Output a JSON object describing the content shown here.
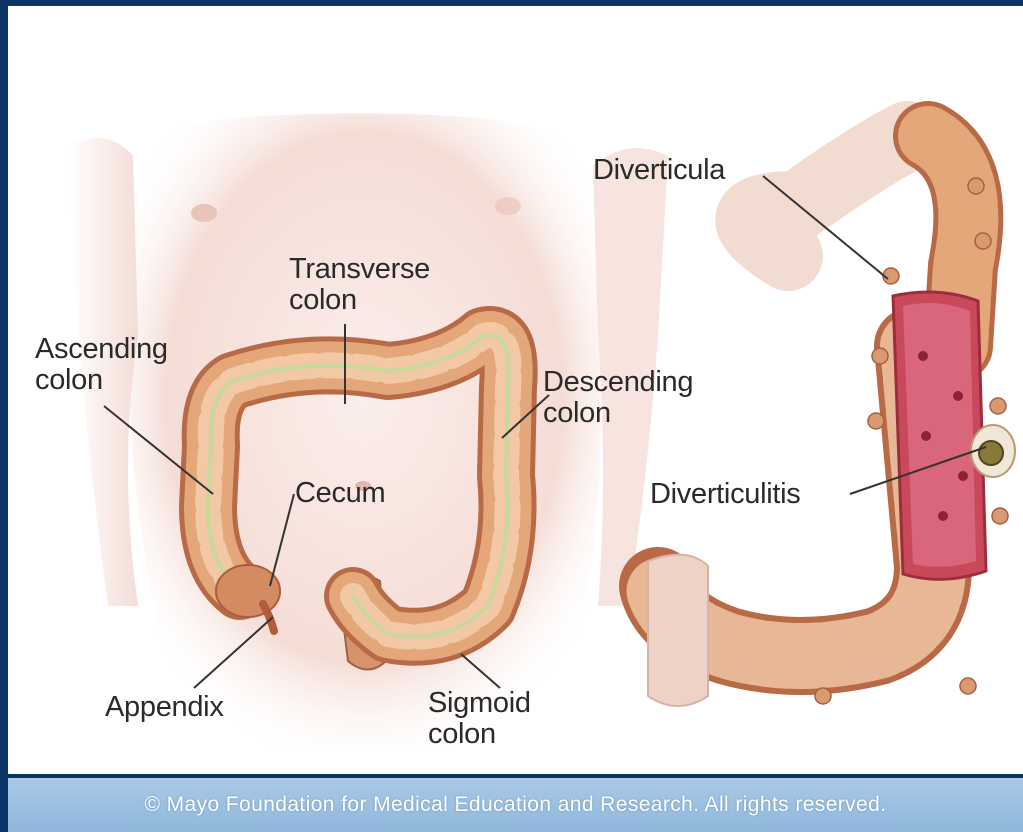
{
  "labels": {
    "transverse_colon": "Transverse\ncolon",
    "ascending_colon": "Ascending\ncolon",
    "descending_colon": "Descending\ncolon",
    "cecum": "Cecum",
    "appendix": "Appendix",
    "sigmoid_colon": "Sigmoid\ncolon",
    "diverticula": "Diverticula",
    "diverticulitis": "Diverticulitis"
  },
  "footer": {
    "copyright": "© Mayo Foundation for Medical Education and Research.  All rights reserved."
  },
  "colors": {
    "frame": "#0b3566",
    "skin": "#f6e2dc",
    "colon": "#e3a779",
    "colon_shadow": "#b86a47",
    "inflamed": "#c9485a",
    "footer_band": "#9cc1e2"
  }
}
